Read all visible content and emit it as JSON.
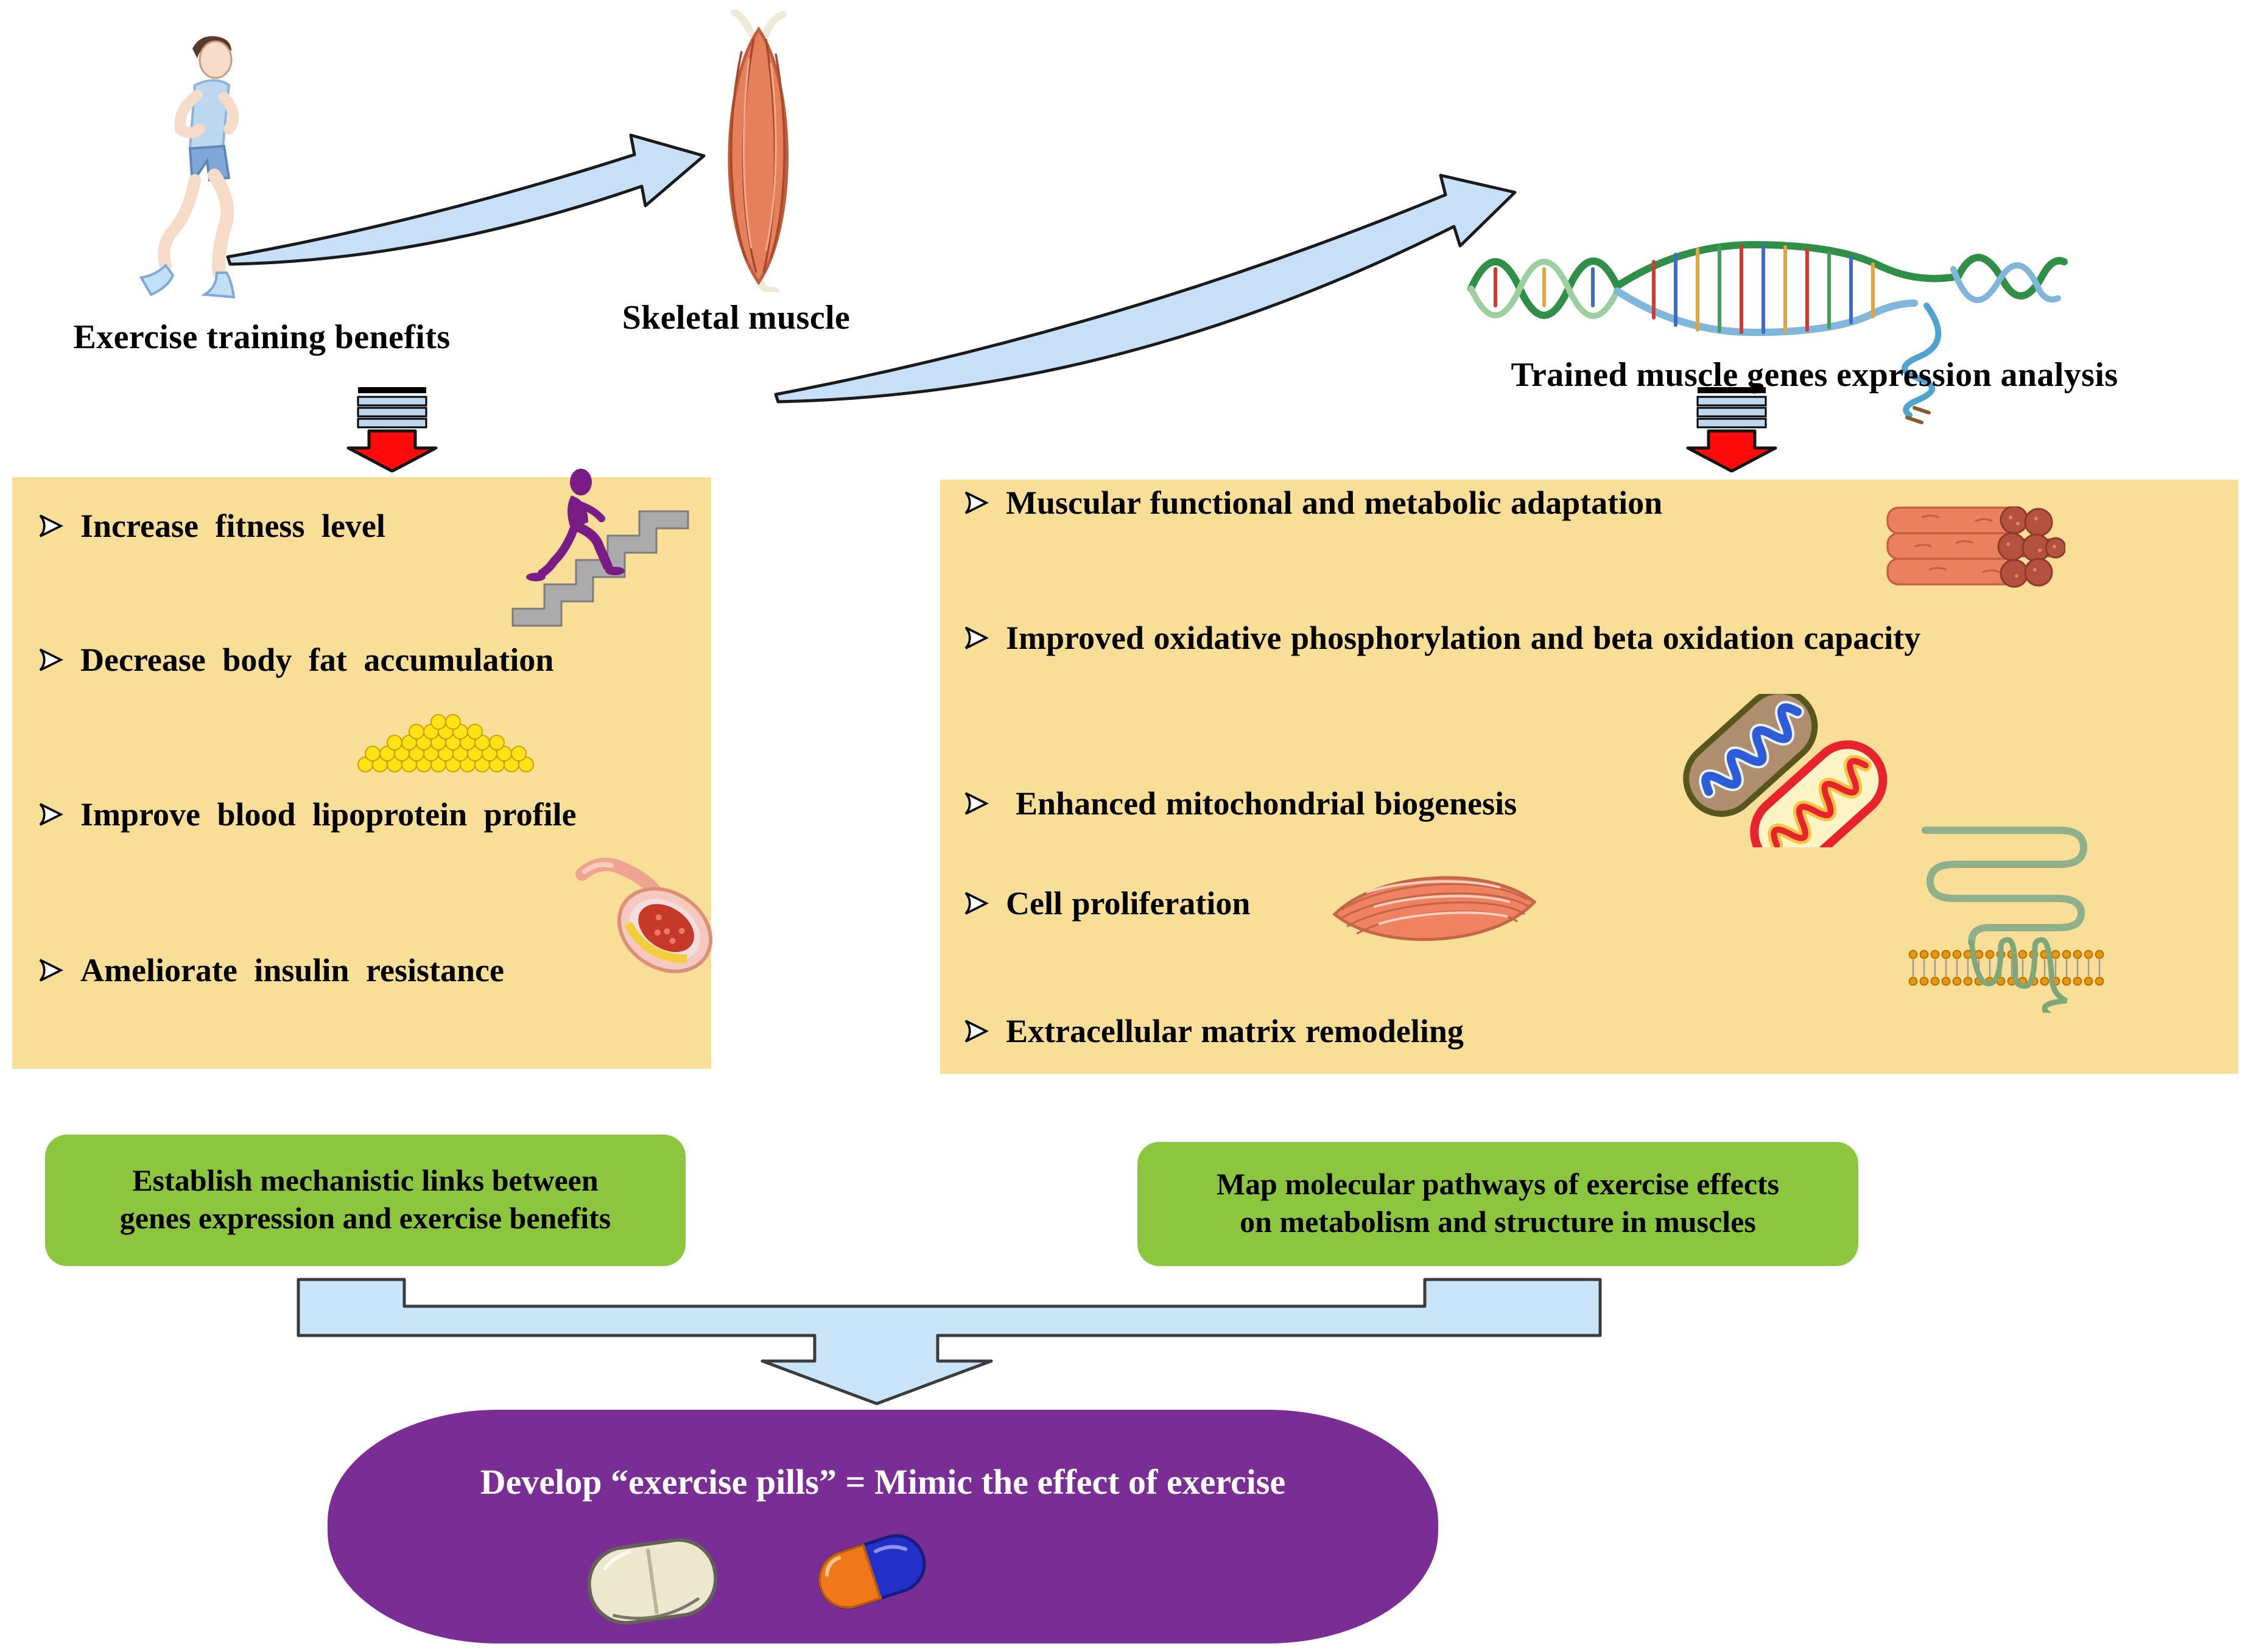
{
  "page": {
    "background_color": "#ffffff",
    "panel_color": "#F9DE98",
    "goal_box_color": "#8CC63F",
    "conclusion_color": "#7B2D96",
    "flow_arrow_color": "#C7E0F7",
    "down_arrow_color": "#FD0B0B",
    "stripe_color": "#BDD7EE"
  },
  "top": {
    "exercise_label": "Exercise training benefits",
    "muscle_label": "Skeletal muscle",
    "analysis_label": "Trained muscle genes expression analysis",
    "icons": [
      "runner",
      "flow-arrow",
      "skeletal-muscle",
      "flow-arrow",
      "dna-double-helix",
      "striped-down-arrow",
      "striped-down-arrow"
    ]
  },
  "left_panel": {
    "items": [
      {
        "text": "Increase fitness level",
        "icon": "stair-climber"
      },
      {
        "text": "Decrease body fat accumulation",
        "icon": "fat-cells"
      },
      {
        "text": "Improve blood lipoprotein profile",
        "icon": "blood-vessel"
      },
      {
        "text": "Ameliorate insulin resistance",
        "icon": ""
      }
    ]
  },
  "right_panel": {
    "items": [
      {
        "text": "Muscular functional and metabolic adaptation",
        "icon": "muscle-fiber-bundle"
      },
      {
        "text": "Improved oxidative phosphorylation and beta oxidation capacity",
        "icon": ""
      },
      {
        "text": "Enhanced mitochondrial biogenesis",
        "icon": "mitochondria"
      },
      {
        "text": "Cell proliferation",
        "icon": "muscle-cell"
      },
      {
        "text": "Extracellular matrix remodeling",
        "icon": "ecm-membrane"
      }
    ]
  },
  "goals": {
    "left": {
      "line1": "Establish mechanistic links between",
      "line2": "genes expression and exercise benefits"
    },
    "right": {
      "line1": "Map molecular pathways of exercise effects",
      "line2": "on metabolism and structure in muscles"
    }
  },
  "conclusion": {
    "text": "Develop “exercise pills” = Mimic the effect of exercise",
    "icons": [
      "tablet-pill",
      "capsule-pill"
    ]
  }
}
